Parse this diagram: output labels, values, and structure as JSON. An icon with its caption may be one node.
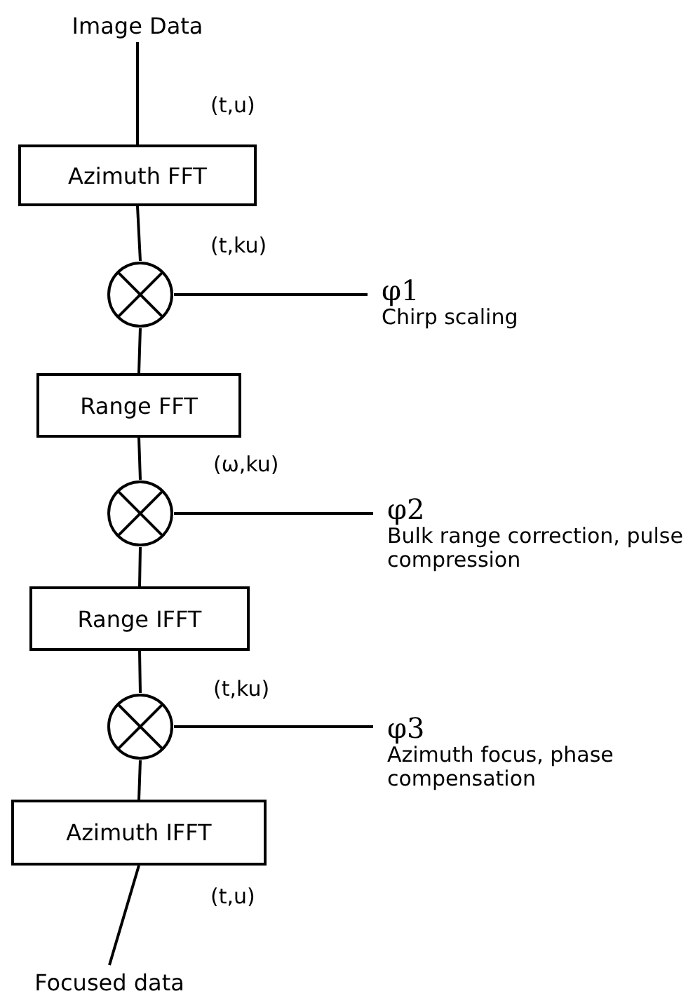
{
  "diagram": {
    "nodes": [
      {
        "text": [
          "Image Data"
        ]
      },
      {
        "text": [
          "Azimuth FFT"
        ]
      },
      {
        "text": [],
        "shape": "circle"
      },
      {
        "text": [
          "φ1",
          "Chirp scaling"
        ]
      },
      {
        "text": [
          "Range FFT"
        ]
      },
      {
        "text": [],
        "shape": "circle"
      },
      {
        "text": [
          "φ2",
          "Bulk range correction, pulse compression"
        ]
      },
      {
        "text": [
          "Range IFFT"
        ]
      },
      {
        "text": [],
        "shape": "circle"
      },
      {
        "text": [
          "φ3",
          "Azimuth focus, phase compensation"
        ]
      },
      {
        "text": [
          "Azimuth IFFT"
        ]
      },
      {
        "text": [
          "Focused data"
        ]
      }
    ],
    "edges": [
      {
        "from": 0,
        "to": 1,
        "arrow": "none",
        "label": "(t,u)"
      },
      {
        "from": 1,
        "to": 2,
        "arrow": "none",
        "label": "(t,ku)"
      },
      {
        "from": 3,
        "to": 2,
        "arrow": "none"
      },
      {
        "from": 2,
        "to": 4,
        "arrow": "none"
      },
      {
        "from": 4,
        "to": 5,
        "arrow": "none",
        "label": "(ω,ku)"
      },
      {
        "from": 6,
        "to": 5,
        "arrow": "none"
      },
      {
        "from": 5,
        "to": 7,
        "arrow": "none"
      },
      {
        "from": 7,
        "to": 8,
        "arrow": "none",
        "label": "(t,ku)"
      },
      {
        "from": 9,
        "to": 8,
        "arrow": "none"
      },
      {
        "from": 8,
        "to": 10,
        "arrow": "none"
      },
      {
        "from": 10,
        "to": 11,
        "arrow": "none",
        "label": "(t,u)"
      }
    ]
  }
}
